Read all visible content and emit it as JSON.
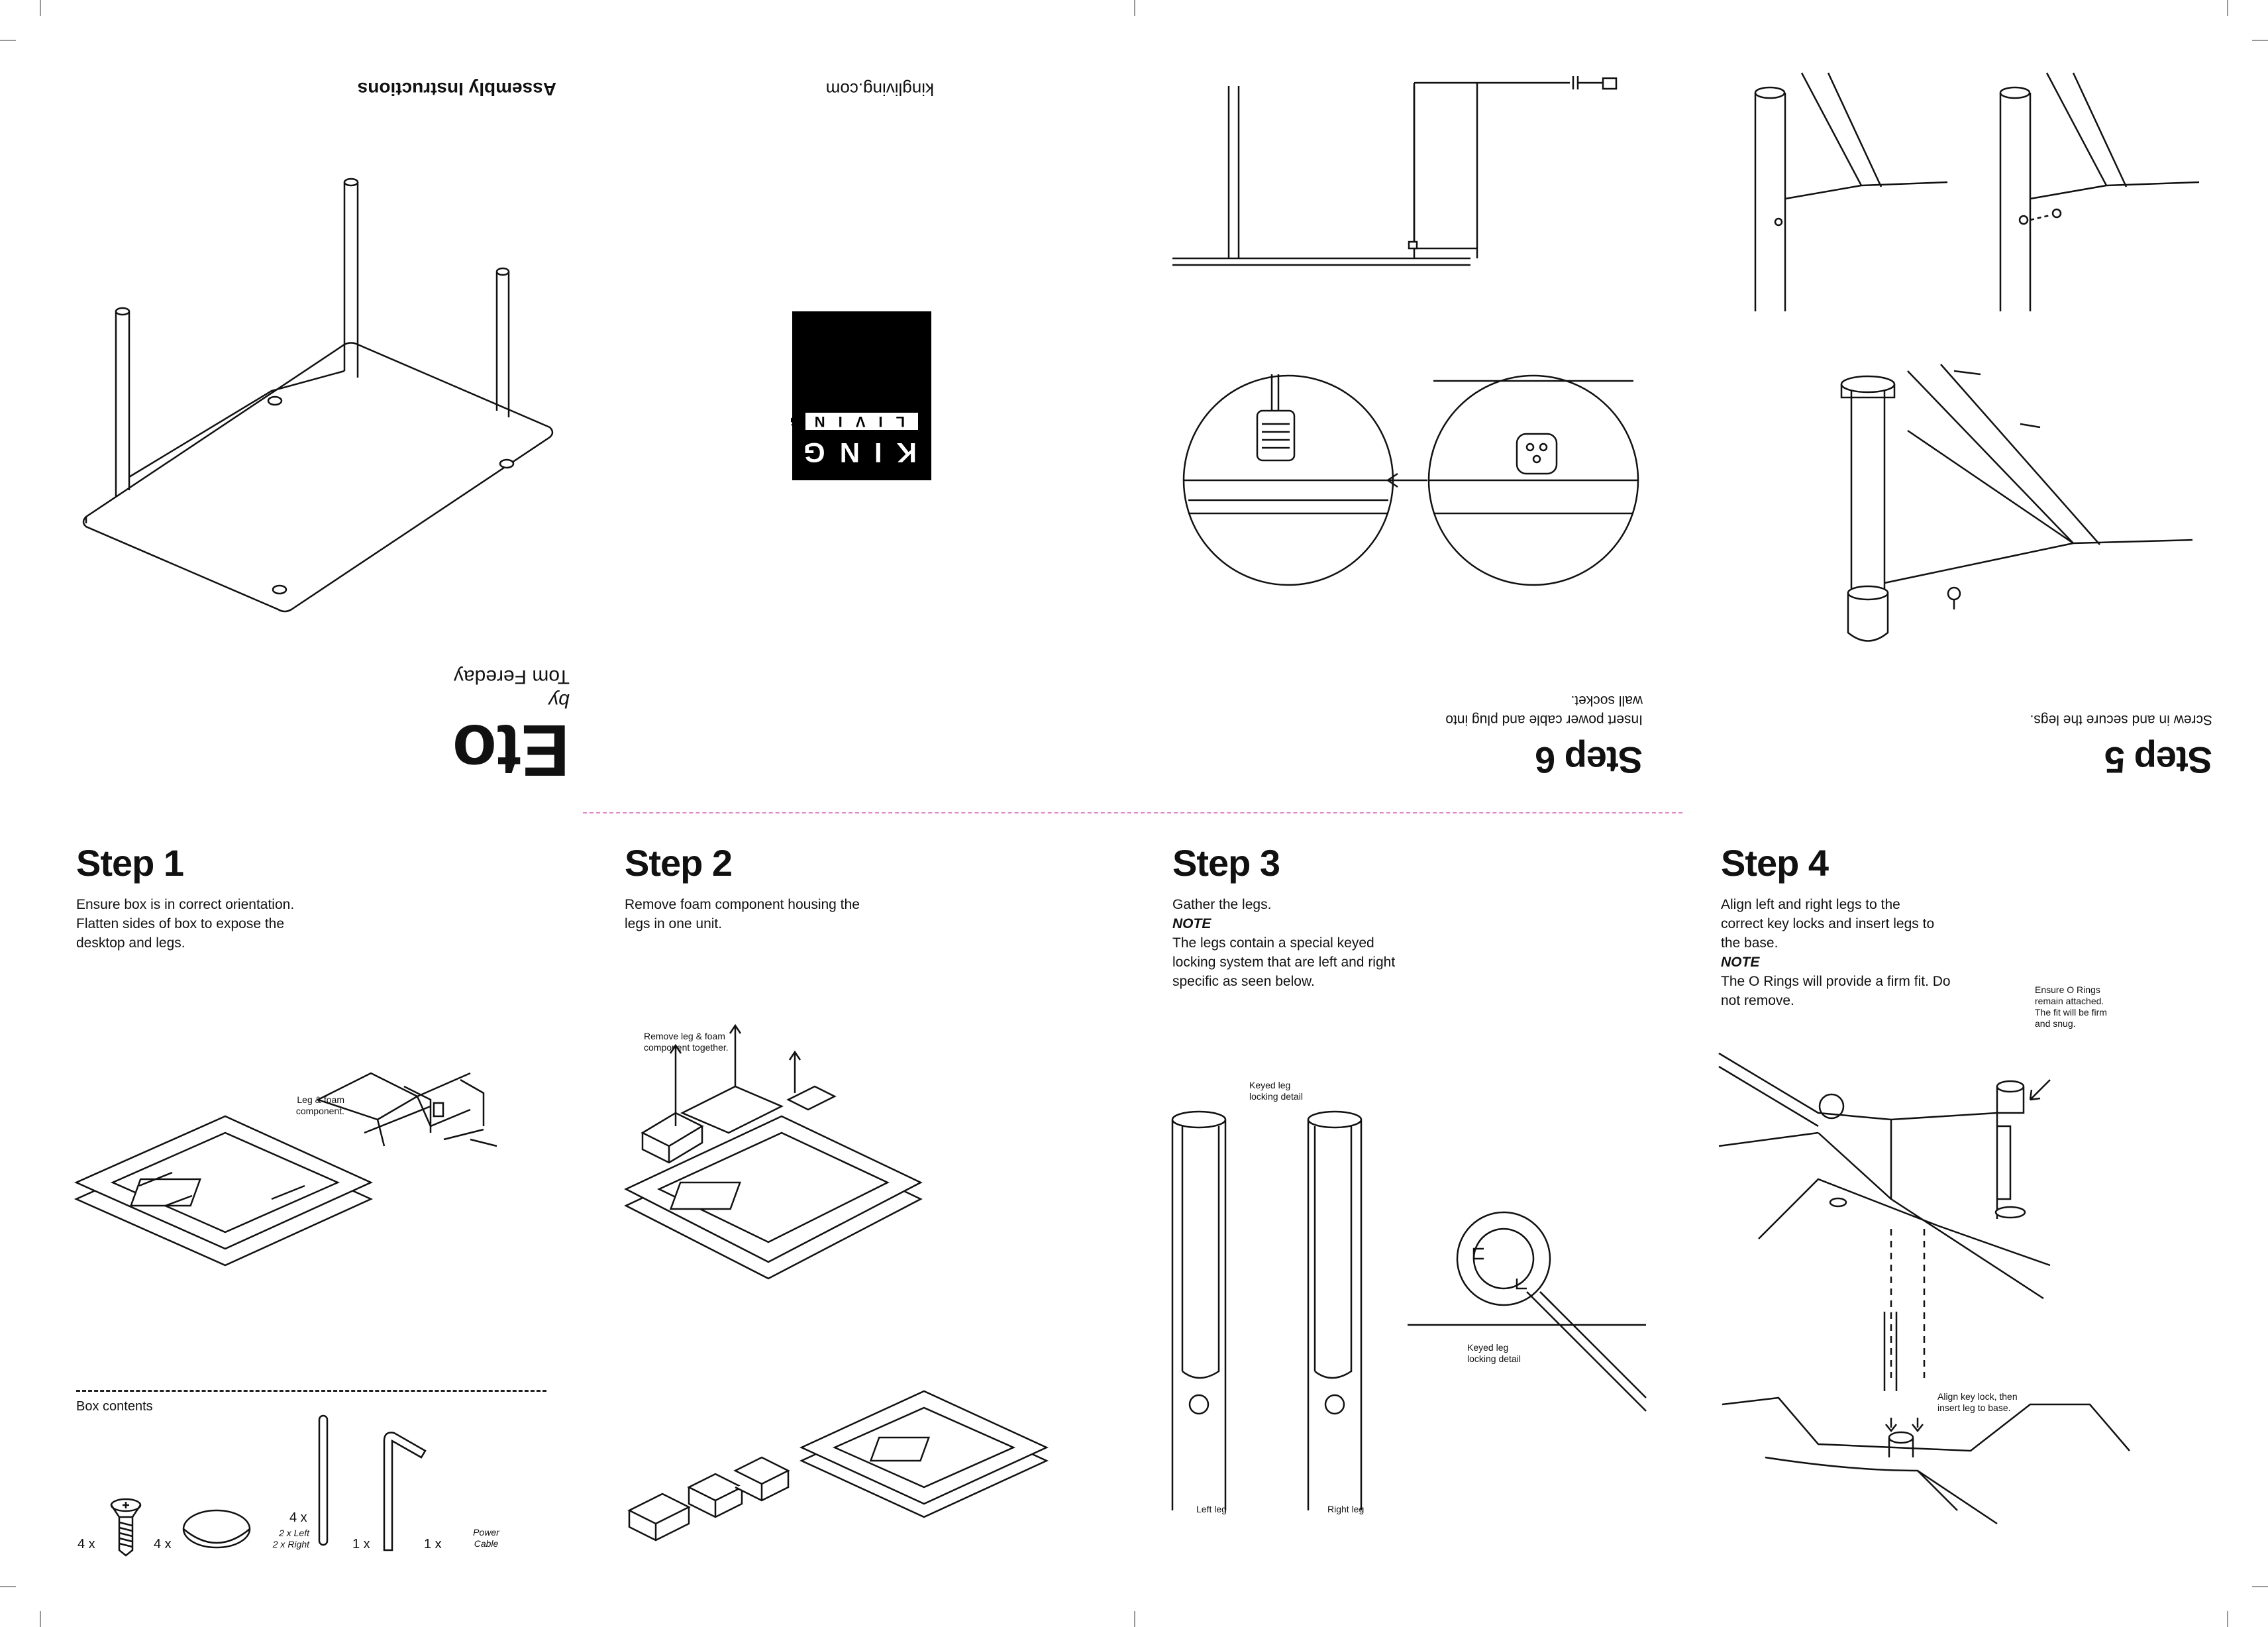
{
  "cover": {
    "header_left": "Assembly Instructions",
    "header_right": "kingliving.com",
    "product_name": "Eto",
    "by": "by",
    "designer": "Tom Fereday",
    "logo_top": "KING",
    "logo_bottom": "LIVING"
  },
  "steps": [
    {
      "title": "Step 1",
      "text": "Ensure box is in correct orientation. Flatten sides of box to expose the desktop and legs.",
      "callout": "Leg & foam component."
    },
    {
      "title": "Step 2",
      "text": "Remove foam component housing the legs in one unit.",
      "callout": "Remove leg & foam component together."
    },
    {
      "title": "Step 3",
      "text": "Gather the legs.",
      "note_label": "NOTE",
      "note_text": "The legs contain a special keyed locking system that are left and right specific as seen below.",
      "callout_top": "Keyed leg locking detail",
      "callout_side": "Keyed leg locking detail",
      "left_label": "Left leg",
      "right_label": "Right leg"
    },
    {
      "title": "Step 4",
      "text": "Align left and right legs to the correct key locks and insert legs to the base.",
      "note_label": "NOTE",
      "note_text": "The O Rings will provide a firm fit. Do not remove.",
      "callout_top": "Ensure O Rings remain attached. The fit will be firm and snug.",
      "callout_bottom": "Align key lock, then insert leg to base."
    },
    {
      "title": "Step 5",
      "text": "Screw in and secure the legs."
    },
    {
      "title": "Step 6",
      "text": "Insert power cable and plug into wall socket."
    }
  ],
  "box_contents": {
    "label": "Box contents",
    "items": [
      {
        "qty": "4 x",
        "name": "screw",
        "sub": ""
      },
      {
        "qty": "4 x",
        "name": "pad",
        "sub": ""
      },
      {
        "qty": "4 x",
        "name": "leg",
        "sub_left": "2 x Left",
        "sub_right": "2 x Right"
      },
      {
        "qty": "1 x",
        "name": "allen key",
        "sub": ""
      },
      {
        "qty": "1 x",
        "name": "cable",
        "sub": "Power Cable"
      }
    ]
  }
}
